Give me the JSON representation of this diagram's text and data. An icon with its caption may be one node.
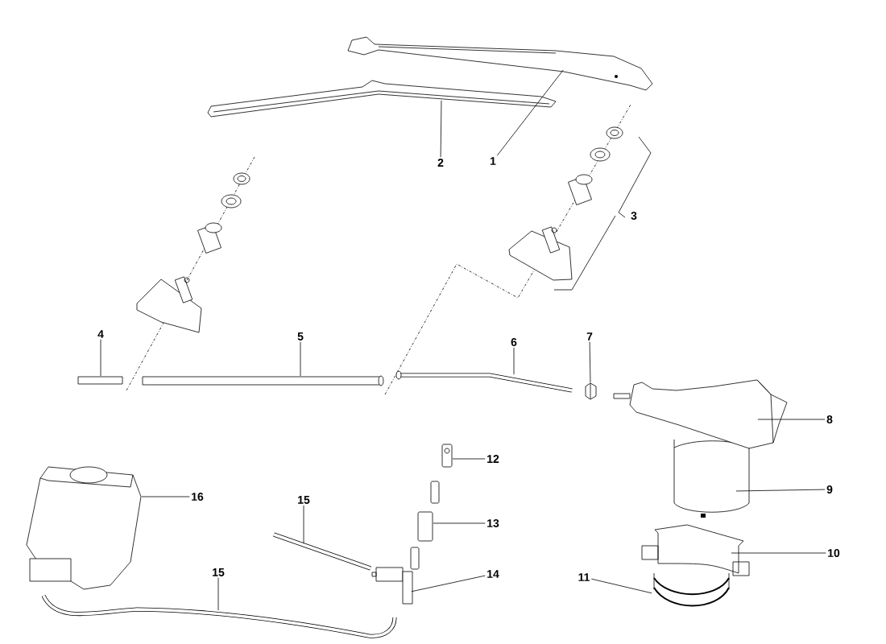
{
  "diagram": {
    "nodes": [
      {
        "text": [
          "1"
        ]
      },
      {
        "text": [
          "2"
        ]
      },
      {
        "text": [
          "4"
        ]
      },
      {
        "text": [
          "5"
        ]
      },
      {
        "text": [
          "6"
        ]
      },
      {
        "text": [
          "7"
        ]
      },
      {
        "text": [
          "8"
        ]
      },
      {
        "text": [
          "9"
        ]
      },
      {
        "text": [
          "10"
        ]
      },
      {
        "text": [
          "11"
        ]
      },
      {
        "text": [
          "12"
        ]
      },
      {
        "text": [
          "13"
        ]
      },
      {
        "text": [
          "14"
        ]
      },
      {
        "text": [
          "15"
        ]
      },
      {
        "text": [
          "15"
        ]
      },
      {
        "text": [
          "16"
        ]
      },
      {
        "text": [],
        "shape": "picture"
      },
      {
        "text": [],
        "shape": "picture"
      },
      {
        "text": [],
        "shape": "bar"
      },
      {
        "text": [],
        "shape": "bar"
      },
      {
        "text": [],
        "shape": "picture"
      },
      {
        "text": [],
        "shape": "picture"
      },
      {
        "text": [],
        "shape": "picture"
      },
      {
        "text": [],
        "shape": "picture"
      },
      {
        "text": [],
        "shape": "picture"
      },
      {
        "text": [],
        "shape": "picture"
      },
      {
        "text": [],
        "shape": "picture"
      },
      {
        "text": [],
        "shape": "picture"
      },
      {
        "text": [],
        "shape": "picture"
      },
      {
        "text": [],
        "shape": "picture"
      },
      {
        "text": [],
        "shape": "picture"
      },
      {
        "text": [],
        "shape": "picture"
      }
    ],
    "edges": [
      {
        "from": 0,
        "to": 16,
        "arrow": "none"
      },
      {
        "from": 1,
        "to": 17,
        "arrow": "none"
      },
      {
        "from": 2,
        "to": 18,
        "arrow": "none"
      },
      {
        "from": 3,
        "to": 19,
        "arrow": "none"
      },
      {
        "from": 4,
        "to": 20,
        "arrow": "none"
      },
      {
        "from": 5,
        "to": 21,
        "arrow": "none"
      },
      {
        "from": 6,
        "to": 22,
        "arrow": "none"
      },
      {
        "from": 7,
        "to": 23,
        "arrow": "none"
      },
      {
        "from": 8,
        "to": 24,
        "arrow": "none"
      },
      {
        "from": 9,
        "to": 25,
        "arrow": "none"
      },
      {
        "from": 10,
        "to": 26,
        "arrow": "none"
      },
      {
        "from": 11,
        "to": 27,
        "arrow": "none"
      },
      {
        "from": 12,
        "to": 28,
        "arrow": "none"
      },
      {
        "from": 13,
        "to": 29,
        "arrow": "none"
      },
      {
        "from": 14,
        "to": 30,
        "arrow": "none"
      },
      {
        "from": 15,
        "to": 31,
        "arrow": "none"
      }
    ],
    "labels": [
      "3"
    ]
  }
}
